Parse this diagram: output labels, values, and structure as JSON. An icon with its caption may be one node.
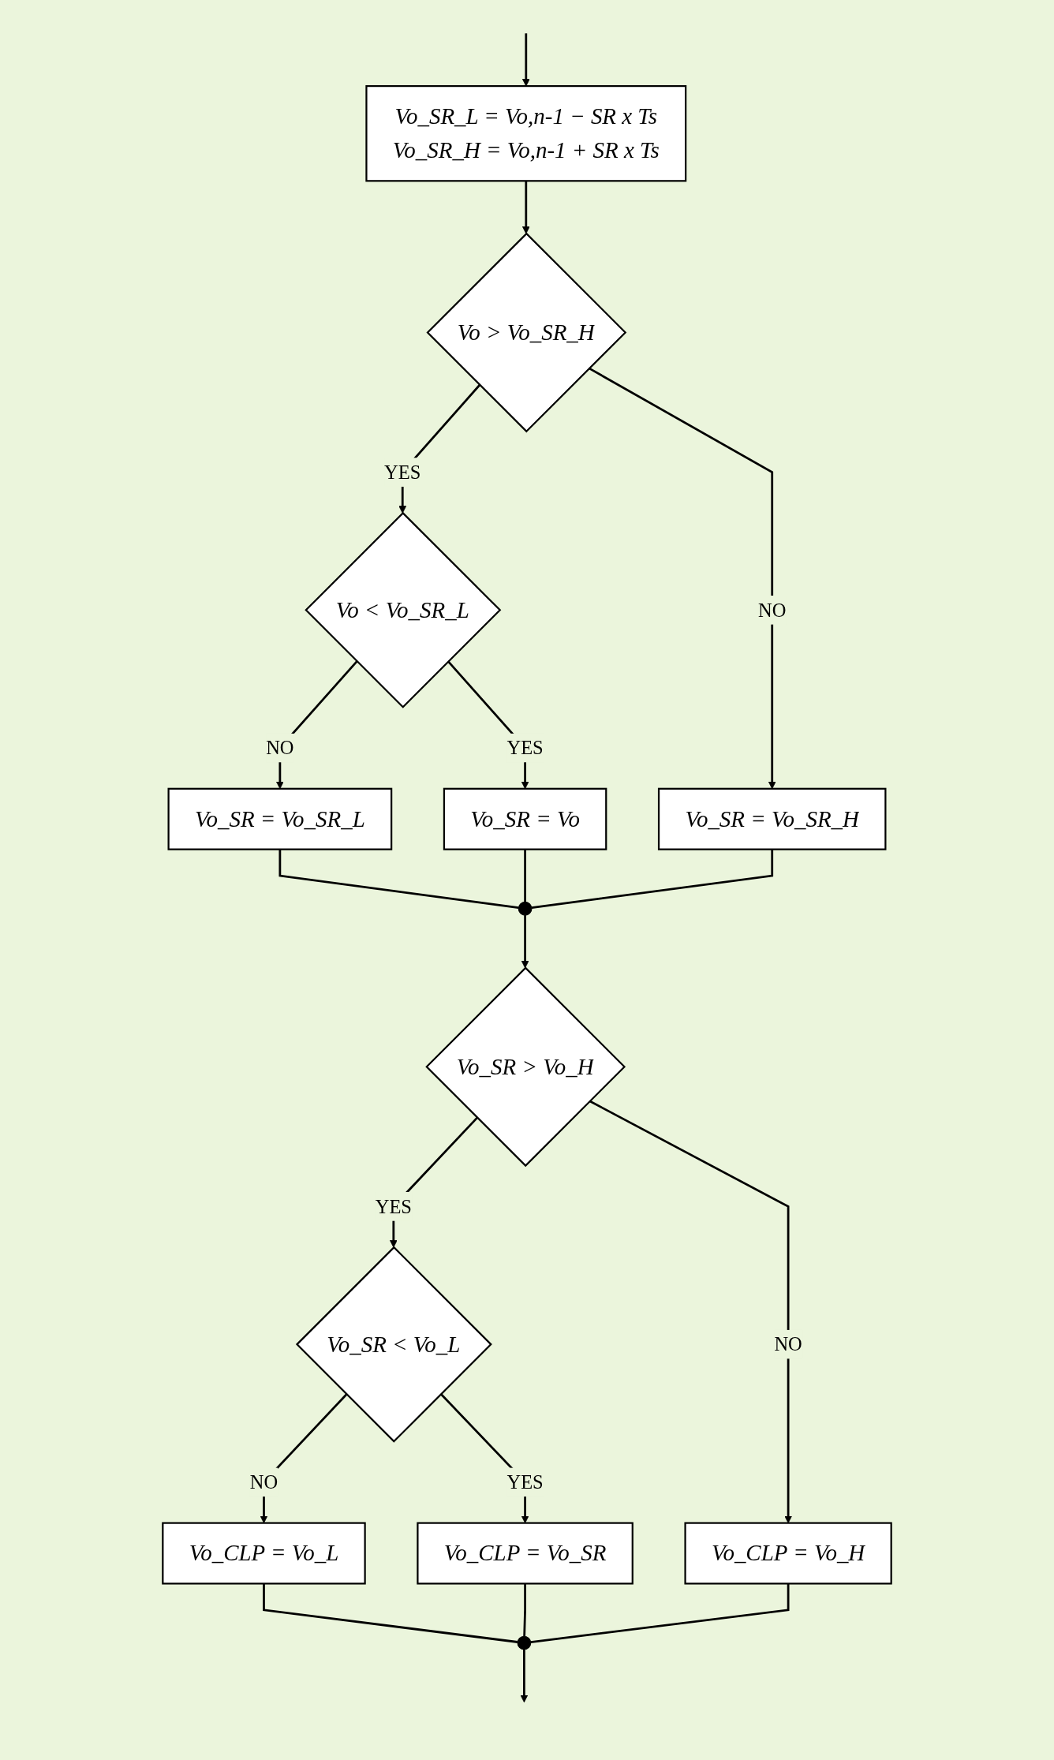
{
  "diagram": {
    "nodes": [
      {
        "text": [
          "Vo_SR_L = Vo,n-1 − SR x Ts",
          "Vo_SR_H = Vo,n-1 + SR x Ts"
        ]
      },
      {
        "text": [
          "Vo > Vo_SR_H"
        ]
      },
      {
        "text": [
          "Vo_SR = Vo_SR_H"
        ]
      },
      {
        "text": [
          "Vo < Vo_SR_L"
        ]
      },
      {
        "text": [
          "Vo_SR = Vo_SR_L"
        ]
      },
      {
        "text": [
          "Vo_SR = Vo"
        ]
      },
      {
        "text": [],
        "shape": "circle"
      },
      {
        "text": [
          "Vo_SR > Vo_H"
        ]
      },
      {
        "text": [
          "Vo_CLP = Vo_H"
        ]
      },
      {
        "text": [
          "Vo_SR < Vo_L"
        ]
      },
      {
        "text": [
          "Vo_CLP = Vo_L"
        ]
      },
      {
        "text": [
          "Vo_CLP = Vo_SR"
        ]
      },
      {
        "text": [],
        "shape": "circle"
      }
    ],
    "edges": [
      {
        "from": null,
        "to": 0,
        "arrow": "to"
      },
      {
        "from": 0,
        "to": 1,
        "arrow": "to"
      },
      {
        "from": 1,
        "to": 2,
        "label": "NO",
        "arrow": "to"
      },
      {
        "from": 1,
        "to": 3,
        "label": "YES",
        "arrow": "to"
      },
      {
        "from": 3,
        "to": 4,
        "label": "NO",
        "arrow": "to"
      },
      {
        "from": 3,
        "to": 5,
        "label": "YES",
        "arrow": "to"
      },
      {
        "from": 4,
        "to": 6,
        "arrow": "none"
      },
      {
        "from": 5,
        "to": 6,
        "arrow": "none"
      },
      {
        "from": 2,
        "to": 6,
        "arrow": "none"
      },
      {
        "from": 6,
        "to": 7,
        "arrow": "to"
      },
      {
        "from": 7,
        "to": 8,
        "label": "NO",
        "arrow": "to"
      },
      {
        "from": 7,
        "to": 9,
        "label": "YES",
        "arrow": "to"
      },
      {
        "from": 9,
        "to": 10,
        "label": "NO",
        "arrow": "to"
      },
      {
        "from": 9,
        "to": 11,
        "label": "YES",
        "arrow": "to"
      },
      {
        "from": 10,
        "to": 12,
        "arrow": "none"
      },
      {
        "from": 11,
        "to": 12,
        "arrow": "none"
      },
      {
        "from": 8,
        "to": 12,
        "arrow": "none"
      },
      {
        "from": 12,
        "to": null,
        "arrow": "to"
      }
    ]
  }
}
